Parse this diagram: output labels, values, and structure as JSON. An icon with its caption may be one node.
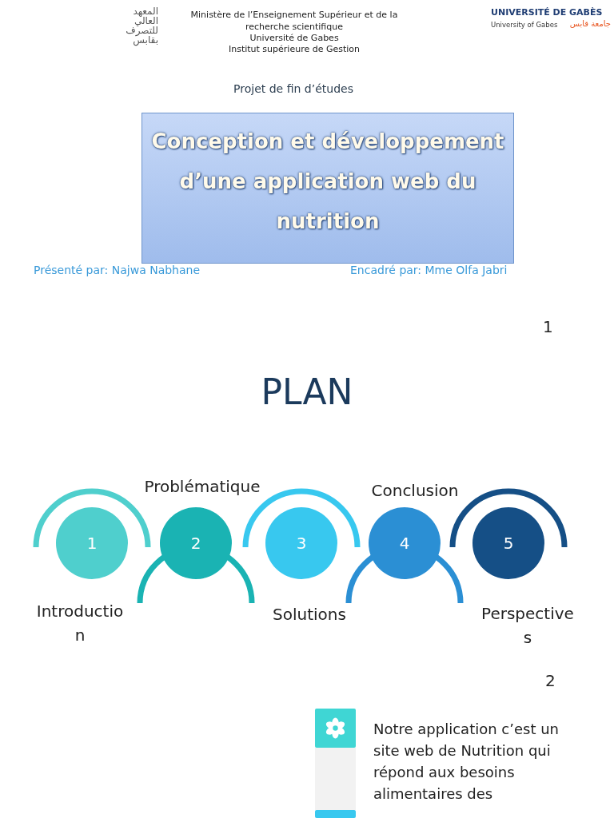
{
  "diagram": {
    "nodes": [
      {
        "text": [
          "Conception et développement d’une application web du nutrition"
        ]
      },
      {
        "text": [
          "1"
        ],
        "beside": [
          "Introduction"
        ]
      },
      {
        "text": [
          "2"
        ],
        "beside": [
          "Problématique"
        ]
      },
      {
        "text": [
          "3"
        ],
        "beside": [
          "Solutions"
        ]
      },
      {
        "text": [
          "4"
        ],
        "beside": [
          "Conclusion"
        ]
      },
      {
        "text": [
          "5"
        ],
        "beside": [
          "Perspectives"
        ]
      }
    ],
    "labels": [
      "المعهد العالي للتصرف بقابس",
      "Ministère de l’Enseignement Supérieur et de la recherche scientifique",
      "Université de Gabes",
      "Institut supérieure de Gestion",
      "UNIVERSITÉ DE GABÈS",
      "University of Gabes",
      "جامعة قابس",
      "Projet de fin d’études",
      "Présenté par: Najwa Nabhane",
      "Encadré par: Mme Olfa Jabri",
      "1",
      "PLAN",
      "2",
      "Notre application c’est un site web de Nutrition qui répond aux besoins alimentaires des"
    ]
  }
}
